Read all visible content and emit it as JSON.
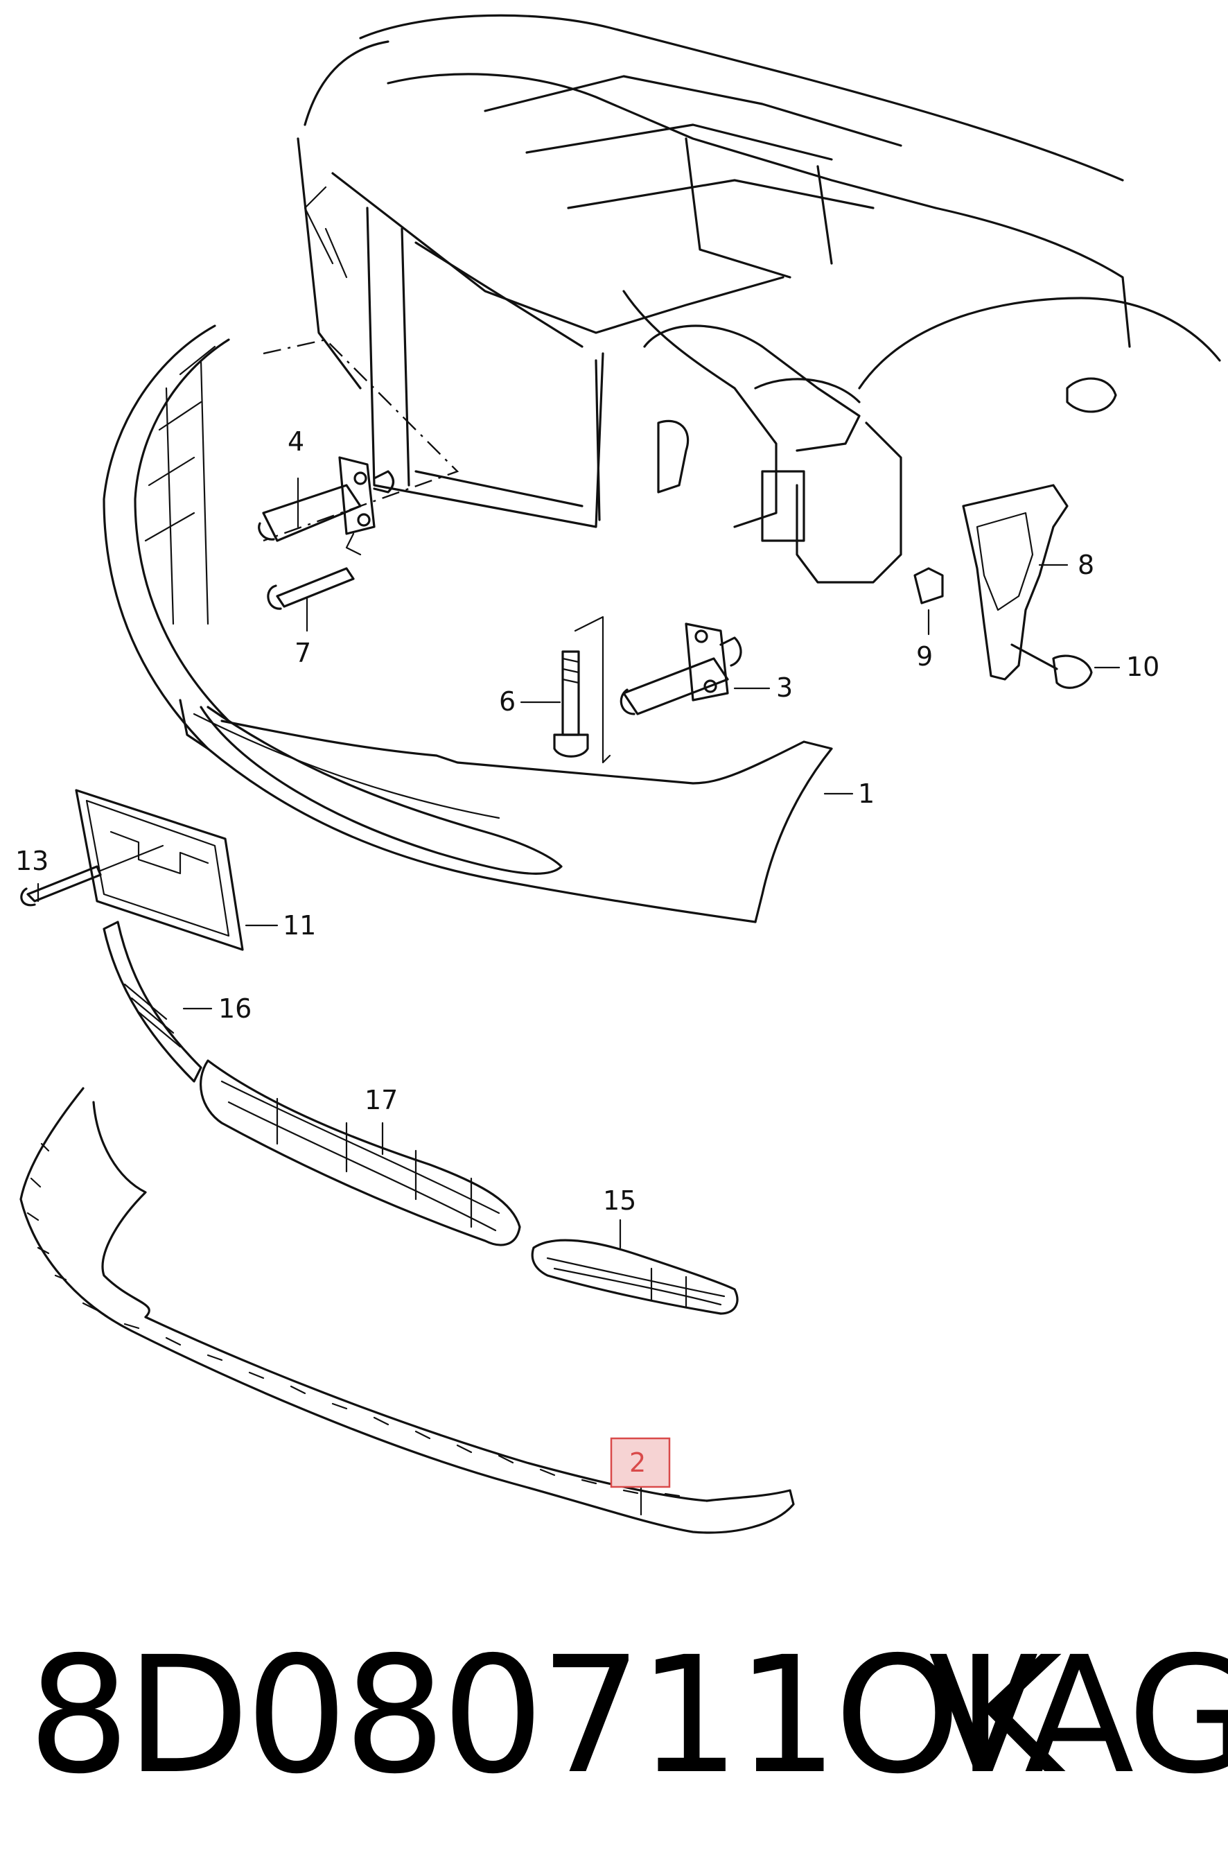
{
  "callouts": [
    "1",
    "2",
    "3",
    "4",
    "6",
    "7",
    "8",
    "9",
    "10",
    "11",
    "13",
    "15",
    "16",
    "17"
  ],
  "highlight_color": "#d94a4a",
  "caption": {
    "part_number": "8D080711OK",
    "brand": "VAG"
  }
}
